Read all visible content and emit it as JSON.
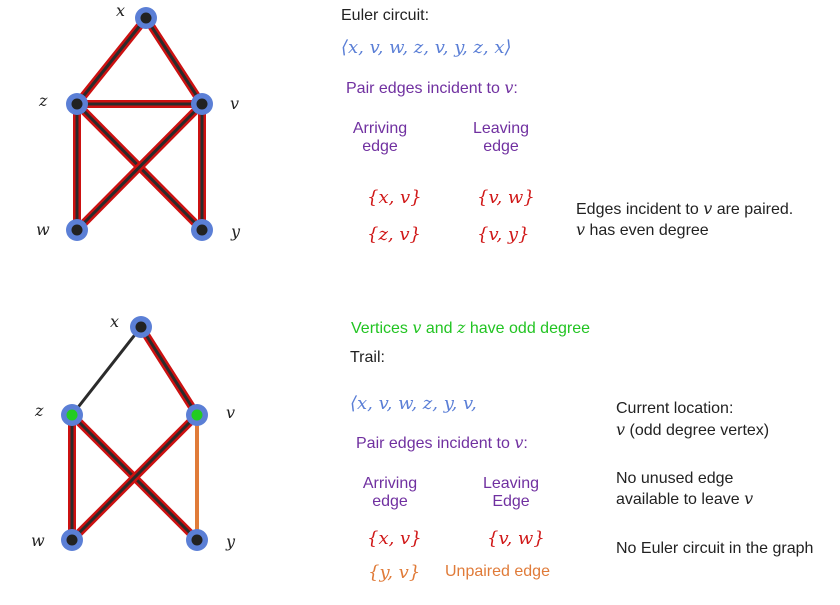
{
  "colors": {
    "vertex": "#5b7fd6",
    "vertex_core": "#222222",
    "odd_vertex_core": "#22cc22",
    "edge_black": "#2b2b2b",
    "edge_red": "#cc1111",
    "edge_orange": "#e07b39",
    "purple": "#7030a0",
    "green": "#22c422",
    "blue_math": "#5b7fd6",
    "red_math": "#d01818"
  },
  "graph1": {
    "labels": {
      "x": "x",
      "z": "z",
      "v": "v",
      "w": "w",
      "y": "y"
    },
    "vertices": [
      {
        "id": "x",
        "odd": false
      },
      {
        "id": "z",
        "odd": false
      },
      {
        "id": "v",
        "odd": false
      },
      {
        "id": "w",
        "odd": false
      },
      {
        "id": "y",
        "odd": false
      }
    ],
    "edges": [
      {
        "from": "x",
        "to": "z",
        "style": "red"
      },
      {
        "from": "x",
        "to": "v",
        "style": "red"
      },
      {
        "from": "z",
        "to": "v",
        "style": "red"
      },
      {
        "from": "z",
        "to": "w",
        "style": "red"
      },
      {
        "from": "z",
        "to": "y",
        "style": "red"
      },
      {
        "from": "v",
        "to": "w",
        "style": "red"
      },
      {
        "from": "v",
        "to": "y",
        "style": "red"
      }
    ]
  },
  "graph2": {
    "labels": {
      "x": "x",
      "z": "z",
      "v": "v",
      "w": "w",
      "y": "y"
    },
    "vertices": [
      {
        "id": "x",
        "odd": false
      },
      {
        "id": "z",
        "odd": true
      },
      {
        "id": "v",
        "odd": true
      },
      {
        "id": "w",
        "odd": false
      },
      {
        "id": "y",
        "odd": false
      }
    ],
    "edges": [
      {
        "from": "x",
        "to": "z",
        "style": "black"
      },
      {
        "from": "x",
        "to": "v",
        "style": "red"
      },
      {
        "from": "z",
        "to": "w",
        "style": "red"
      },
      {
        "from": "z",
        "to": "y",
        "style": "red"
      },
      {
        "from": "v",
        "to": "w",
        "style": "red"
      },
      {
        "from": "v",
        "to": "y",
        "style": "orange"
      }
    ]
  },
  "section1": {
    "title": "Euler circuit:",
    "circuit": "⟨x,  v,  w,  z,  v,  y,  z,  x⟩",
    "pair_heading_text": "Pair edges incident to ",
    "pair_heading_var": "v",
    "pair_heading_colon": ":",
    "arriving_line1": "Arriving",
    "arriving_line2": "edge",
    "leaving_line1": "Leaving",
    "leaving_line2": "edge",
    "arriving_edges": [
      "{x, v}",
      "{z, v}"
    ],
    "leaving_edges": [
      "{v, w}",
      "{v, y}"
    ],
    "note_line1_text": "Edges incident to ",
    "note_line1_var": "v",
    "note_line1_end": " are paired.",
    "note_line2_var": "v",
    "note_line2_text": " has even degree"
  },
  "section2": {
    "odd_prefix": "Vertices ",
    "odd_var1": "v",
    "odd_and": " and ",
    "odd_var2": "z",
    "odd_suffix": " have odd degree",
    "trail_title": "Trail:",
    "trail": "⟨x,  v,  w,  z,  y,  v,",
    "pair_heading_text": "Pair edges incident to ",
    "pair_heading_var": "v",
    "pair_heading_colon": ":",
    "arriving_line1": "Arriving",
    "arriving_line2": "edge",
    "leaving_line1": "Leaving",
    "leaving_line2": "Edge",
    "arriving_edge": "{x, v}",
    "leaving_edge": "{v, w}",
    "unpaired_arriving": "{y, v}",
    "unpaired_label": "Unpaired edge",
    "location_title": "Current location:",
    "location_var": "v",
    "location_note": "  (odd degree vertex)",
    "no_edge_line1": "No unused edge",
    "no_edge_line2_text": "available to leave ",
    "no_edge_line2_var": "v",
    "conclusion": "No Euler circuit in the graph"
  }
}
